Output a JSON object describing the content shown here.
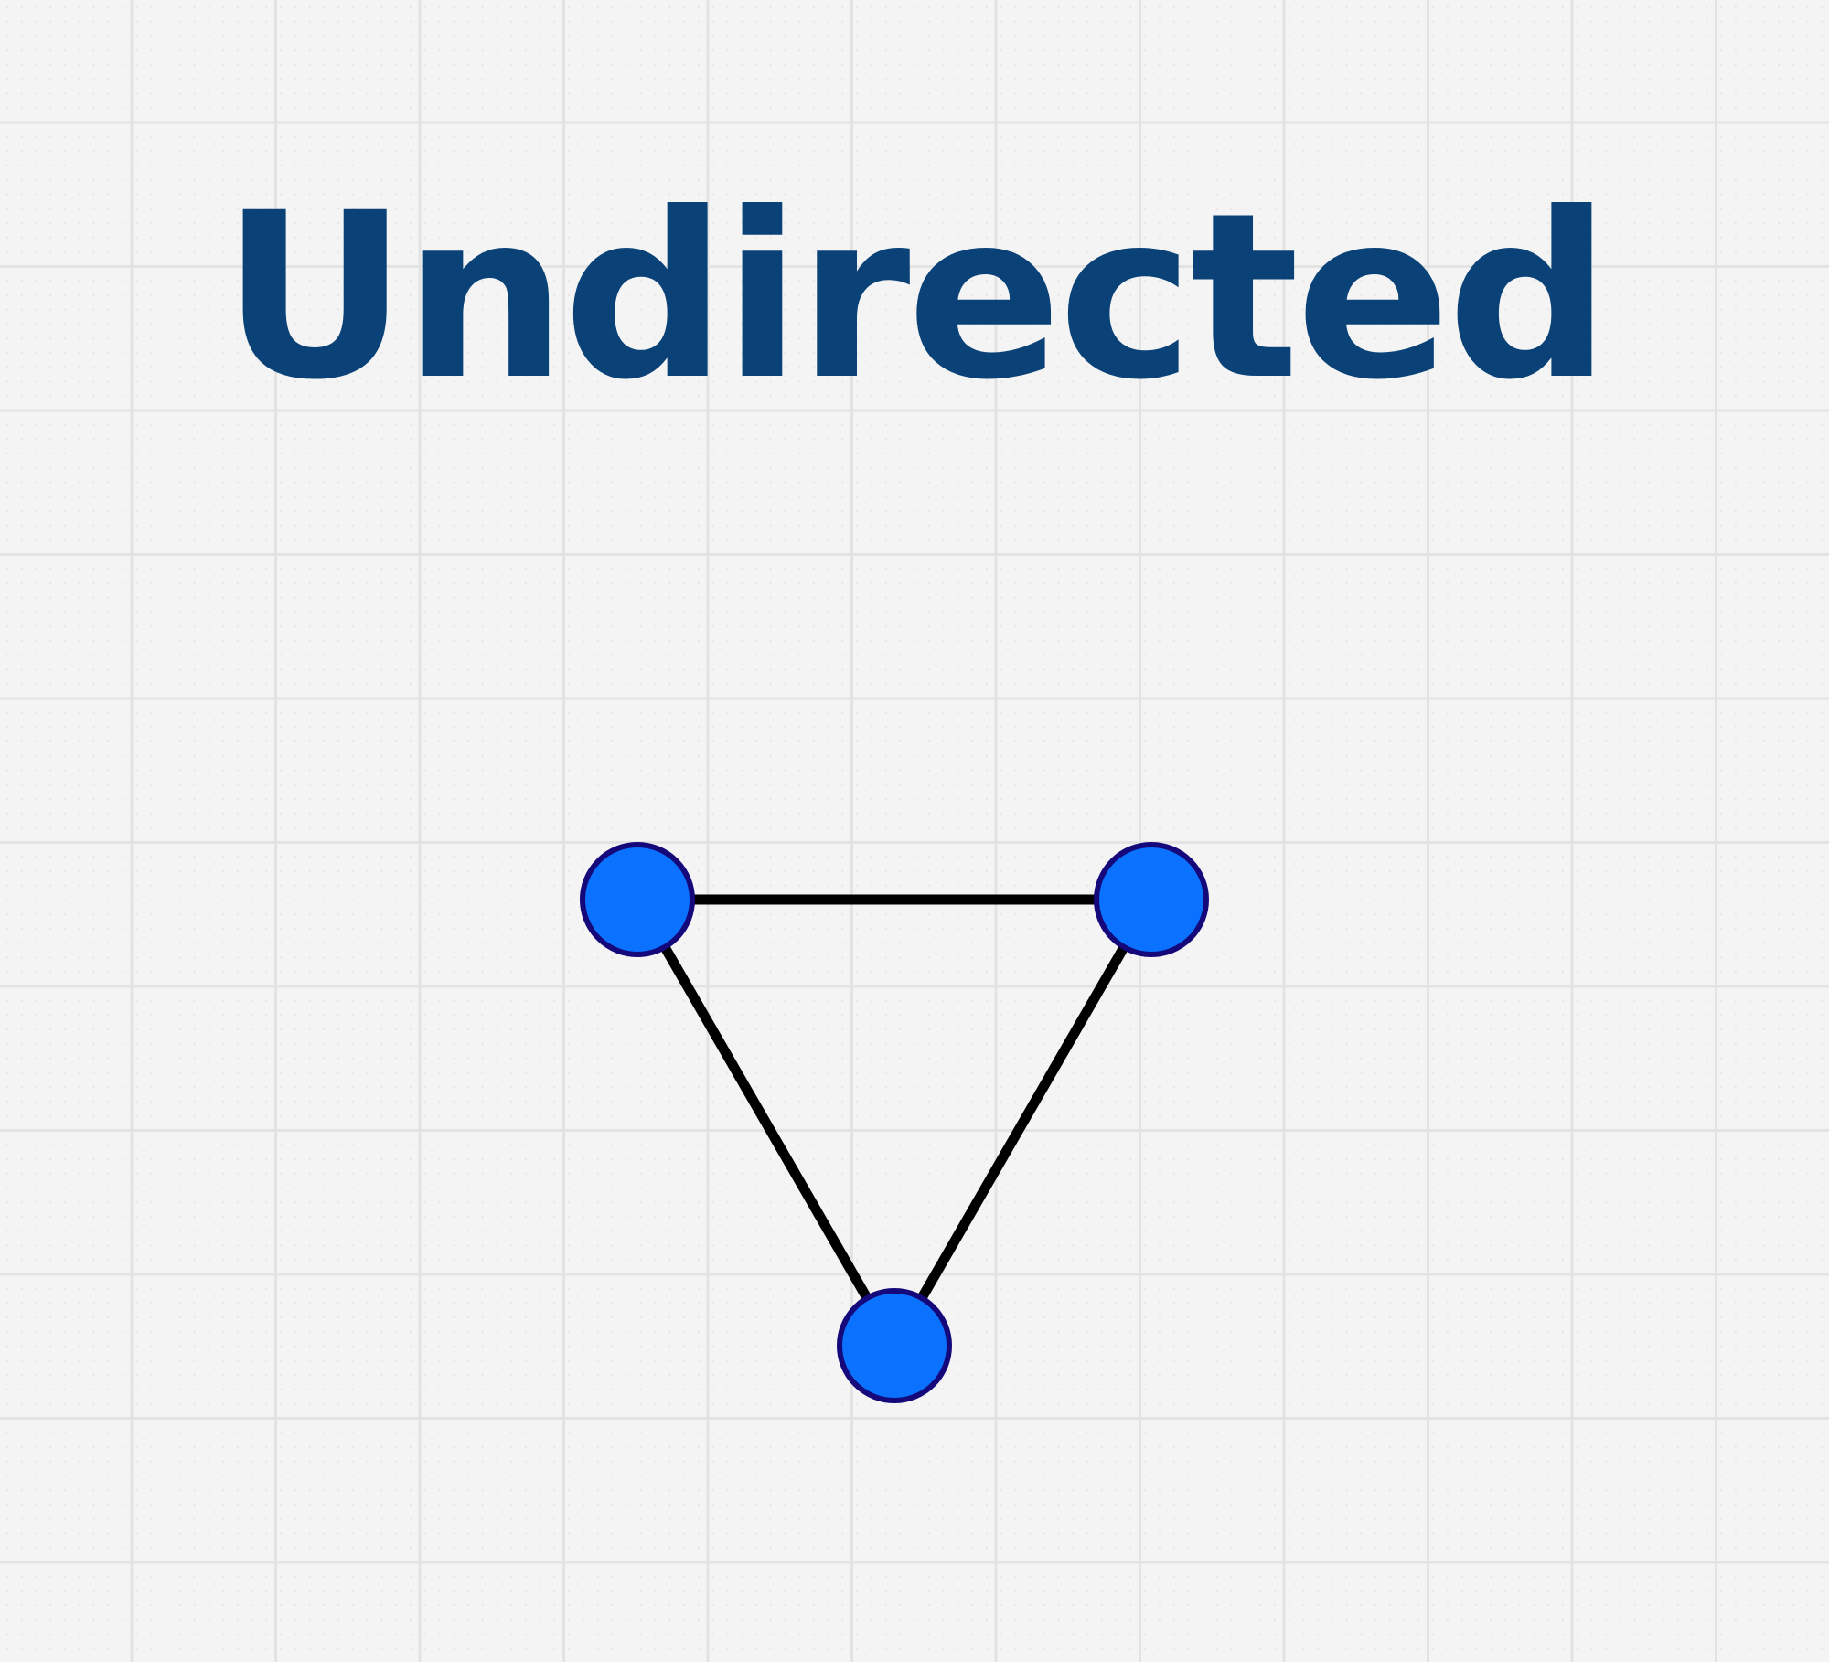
{
  "title": "Undirected",
  "graph": {
    "directed": false,
    "nodes": [
      "top-left",
      "top-right",
      "bottom"
    ],
    "edges": [
      {
        "from": "top-left",
        "to": "top-right"
      },
      {
        "from": "top-left",
        "to": "bottom"
      },
      {
        "from": "top-right",
        "to": "bottom"
      }
    ]
  },
  "colors": {
    "title": "#0a4278",
    "node_fill": "#0a72fe",
    "node_outline": "#14087a",
    "edge": "#000000",
    "background": "#f4f4f4",
    "grid": "#e3e3e3"
  }
}
